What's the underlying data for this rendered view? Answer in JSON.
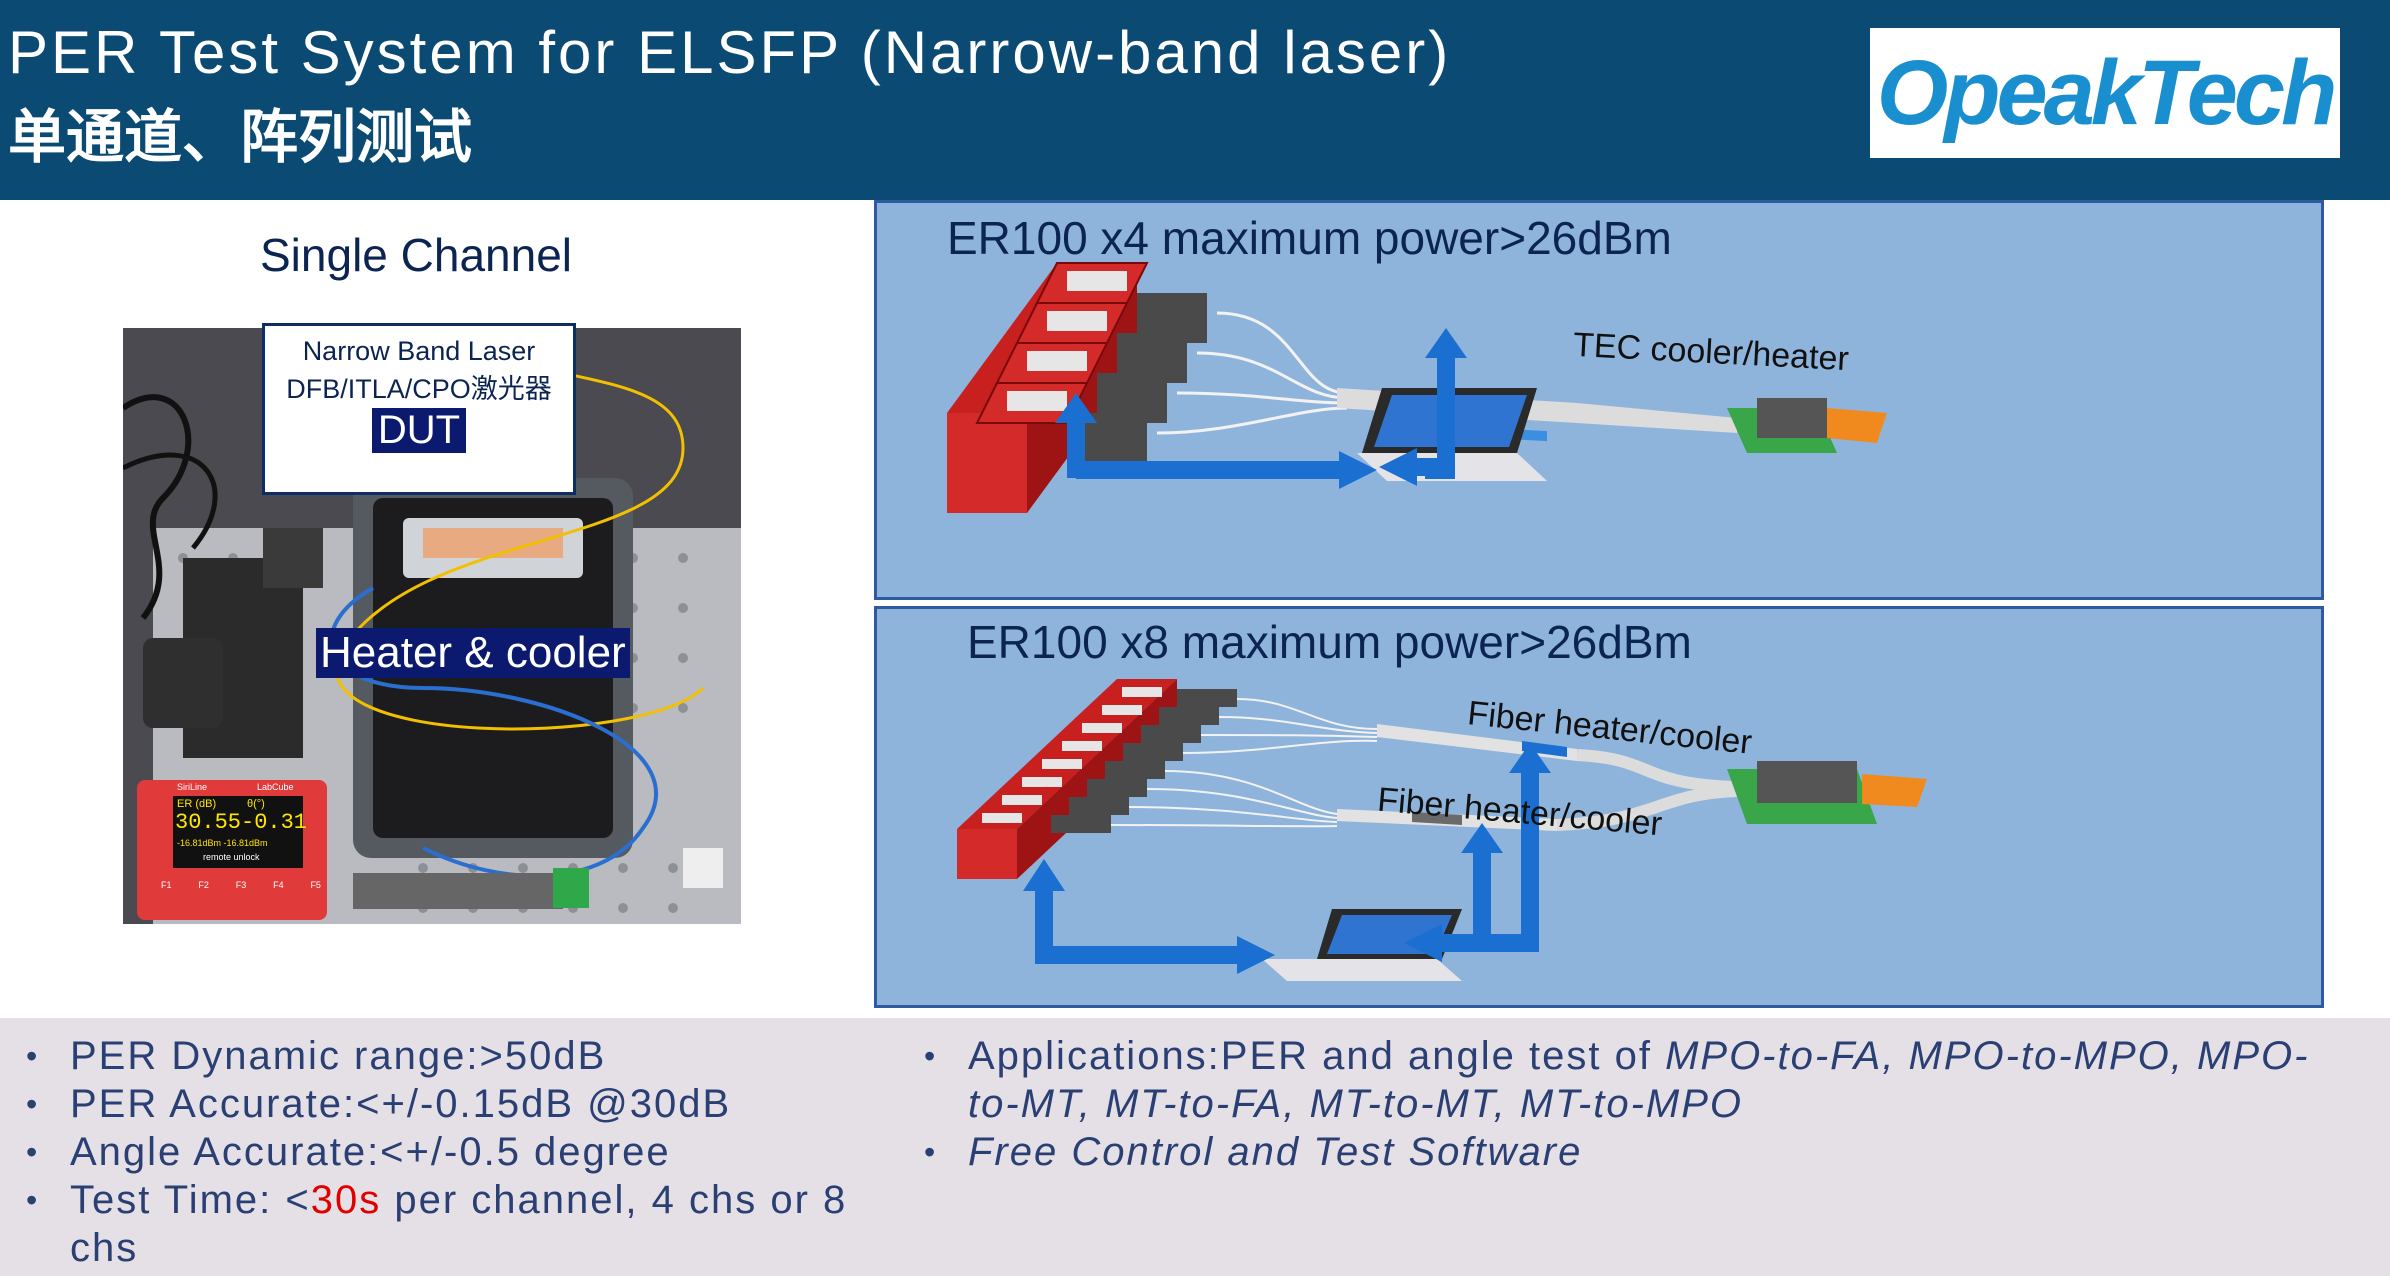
{
  "header": {
    "title_en": "PER Test System for ELSFP (Narrow-band laser)",
    "title_cn": "单通道、阵列测试",
    "logo": "OpeakTech"
  },
  "left": {
    "section_title": "Single Channel",
    "dut_box": {
      "line1": "Narrow Band Laser",
      "line2": "DFB/ITLA/CPO激光器",
      "badge": "DUT"
    },
    "heater_label": "Heater & cooler",
    "meter": {
      "brand": "SiriLine",
      "model": "LabCube",
      "er_label": "ER (dB)",
      "angle_label": "θ(°)",
      "er_value": "30.55",
      "angle_value": "-0.31",
      "power_line": "-16.81dBm -16.81dBm",
      "status": "remote unlock",
      "buttons": [
        "F1",
        "F2",
        "F3",
        "F4",
        "F5"
      ]
    }
  },
  "panels": {
    "top": {
      "title": "ER100 x4   maximum power>26dBm",
      "label": "TEC cooler/heater"
    },
    "bottom": {
      "title": "ER100   x8   maximum power>26dBm",
      "label1": "Fiber heater/cooler",
      "label2": "Fiber heater/cooler"
    }
  },
  "bullets_left": [
    {
      "text": "PER Dynamic range:>50dB"
    },
    {
      "text": "PER Accurate:<+/-0.15dB @30dB"
    },
    {
      "text": "Angle Accurate:<+/-0.5 degree"
    },
    {
      "pre": "Test Time:  <",
      "highlight": "30s",
      "post": " per channel, 4 chs or 8 chs"
    }
  ],
  "bullets_right": [
    {
      "pre": "Applications:PER and angle test of  ",
      "italic": "MPO-to-FA, MPO-to-MPO, MPO-to-MT, MT-to-FA, MT-to-MT, MT-to-MPO"
    },
    {
      "italic": "Free Control and Test Software"
    }
  ],
  "colors": {
    "header_bg": "#0b4a73",
    "panel_bg": "#8fb4dc",
    "device_red": "#d42a2a",
    "arrow_blue": "#1a6fd0",
    "highlight_red": "#e00000",
    "bullet_text": "#2a3f73"
  }
}
